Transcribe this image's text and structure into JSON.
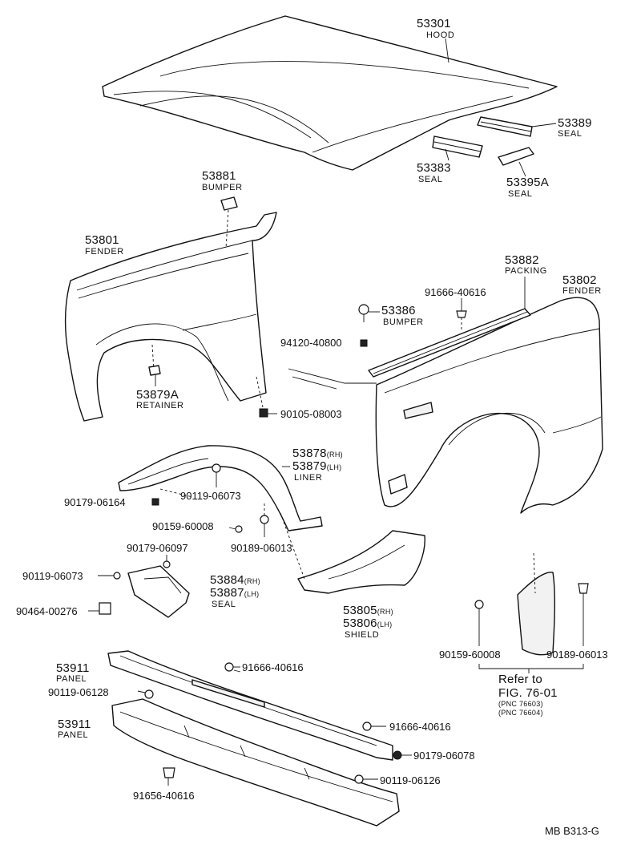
{
  "labels": {
    "hood_no": "53301",
    "hood_name": "HOOD",
    "seal_a_no": "53389",
    "seal_a_name": "SEAL",
    "seal_b_no": "53383",
    "seal_b_name": "SEAL",
    "seal_c_no": "53395A",
    "seal_c_name": "SEAL",
    "bumper_no": "53881",
    "bumper_name": "BUMPER",
    "fender_l_no": "53801",
    "fender_l_name": "FENDER",
    "packing_no": "53882",
    "packing_name": "PACKING",
    "fender_r_no": "53802",
    "fender_r_name": "FENDER",
    "clip_top": "91666-40616",
    "bumper2_no": "53386",
    "bumper2_name": "BUMPER",
    "bolt_94120": "94120-40800",
    "retainer_no": "53879A",
    "retainer_name": "RETAINER",
    "bolt_90105": "90105-08003",
    "liner_rh_no": "53878",
    "liner_rh_side": "(RH)",
    "liner_lh_no": "53879",
    "liner_lh_side": "(LH)",
    "liner_name": "LINER",
    "nut_90179_a": "90179-06164",
    "screw_90119_a": "90119-06073",
    "screw_90159_a": "90159-60008",
    "clip_90189_a": "90189-06013",
    "nut_90179_b": "90179-06097",
    "screw_90119_b": "90119-06073",
    "seal_rh_no": "53884",
    "seal_rh_side": "(RH)",
    "seal_lh_no": "53887",
    "seal_lh_side": "(LH)",
    "seal_name": "SEAL",
    "clip_90464": "90464-00276",
    "shield_rh_no": "53805",
    "shield_rh_side": "(RH)",
    "shield_lh_no": "53806",
    "shield_lh_side": "(LH)",
    "shield_name": "SHIELD",
    "screw_90159_b": "90159-60008",
    "clip_90189_b": "90189-06013",
    "refer_to": "Refer to",
    "fig_ref": "FIG. 76-01",
    "pnc_1": "(PNC 76603)",
    "pnc_2": "(PNC 76604)",
    "panel1_no": "53911",
    "panel1_name": "PANEL",
    "clip_panel_1": "91666-40616",
    "screw_90119_c": "90119-06128",
    "panel2_no": "53911",
    "panel2_name": "PANEL",
    "clip_panel_2": "91666-40616",
    "nut_90179_c": "90179-06078",
    "screw_90119_d": "90119-06126",
    "clip_91656": "91656-40616",
    "page_code": "MB  B313-G"
  }
}
